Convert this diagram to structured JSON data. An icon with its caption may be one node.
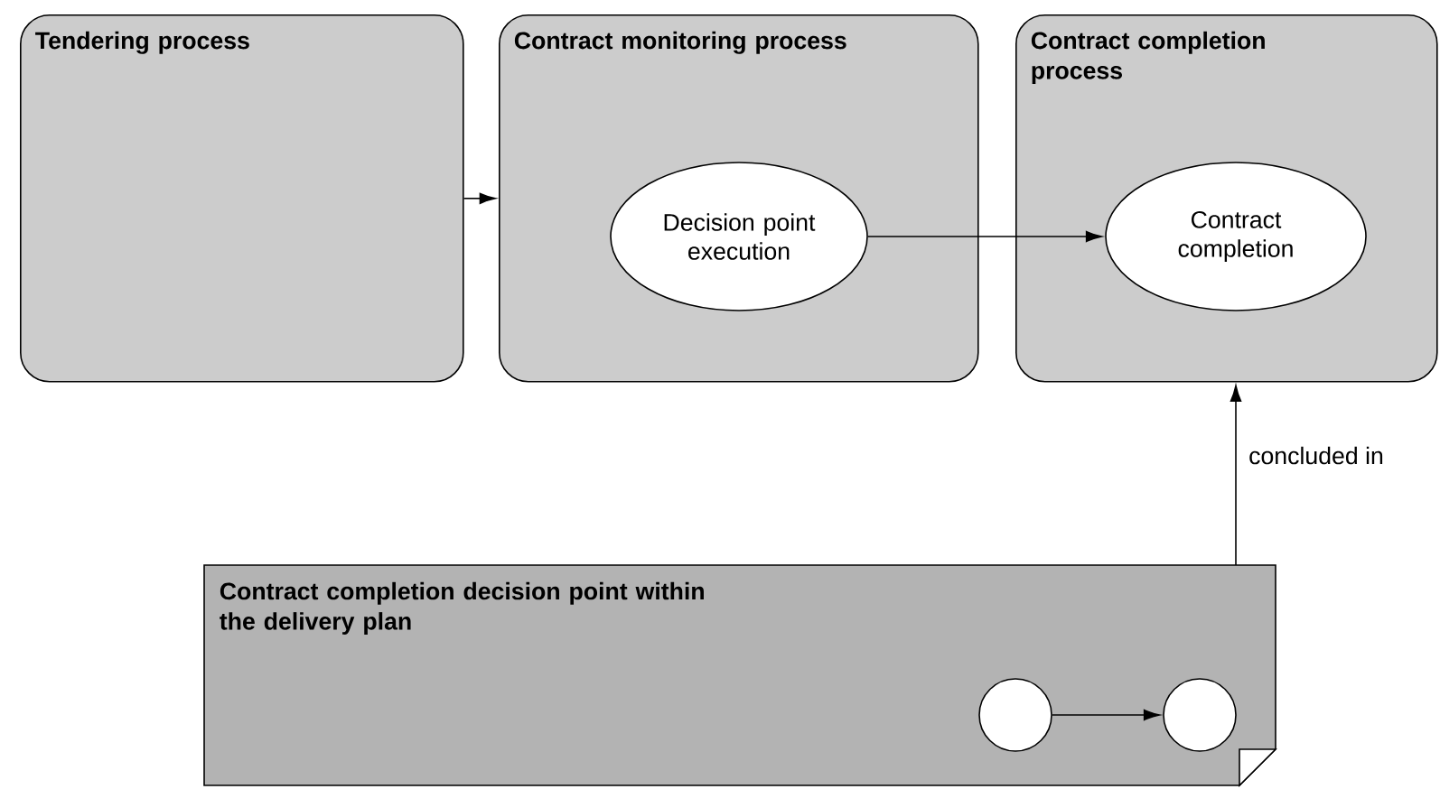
{
  "diagram": {
    "nodes": [
      {
        "text": [
          "Tendering process"
        ]
      },
      {
        "text": [
          "Contract monitoring process"
        ]
      },
      {
        "text": [
          "Decision point execution"
        ],
        "in": 1
      },
      {
        "text": [
          "Contract completion process"
        ]
      },
      {
        "text": [
          "Contract completion"
        ],
        "in": 3
      },
      {
        "text": [
          "Contract completion decision point within the delivery plan"
        ]
      },
      {
        "text": [],
        "shape": "circle",
        "in": 5
      },
      {
        "text": [],
        "shape": "circle",
        "in": 5
      }
    ],
    "edges": [
      {
        "from": 0,
        "to": 1,
        "arrow": "to"
      },
      {
        "from": 2,
        "to": 4,
        "arrow": "to"
      },
      {
        "from": 5,
        "to": 3,
        "arrow": "to",
        "label": "concluded in"
      },
      {
        "from": 6,
        "to": 7,
        "arrow": "to"
      }
    ]
  }
}
